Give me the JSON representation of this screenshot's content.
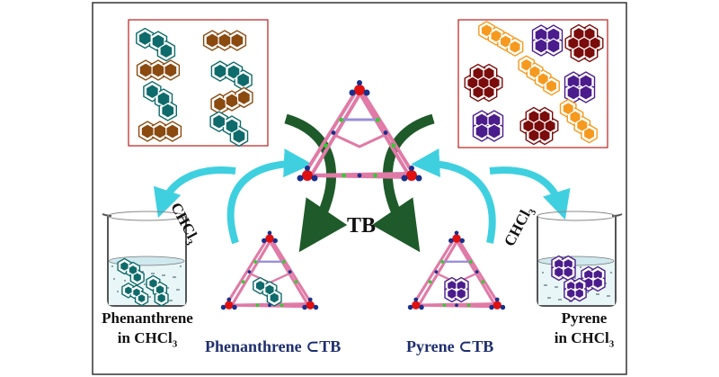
{
  "labels": {
    "tb": "TB",
    "chcl3_left": "CHCl",
    "chcl3_right": "CHCl",
    "sub3": "3",
    "phen_in_line1": "Phenanthrene",
    "phen_in_line2": "in CHCl",
    "pyr_in_line1": "Pyrene",
    "pyr_in_line2": "in CHCl",
    "phen_complex_a": "Phenanthrene ",
    "phen_complex_symbol": "⊂",
    "phen_complex_b": "TB",
    "pyr_complex_a": "Pyrene ",
    "pyr_complex_symbol": "⊂",
    "pyr_complex_b": "TB"
  },
  "colors": {
    "teal": "#0f6b6b",
    "brown": "#8a4a10",
    "orange": "#f59a1e",
    "purple": "#4b1c8c",
    "maroon": "#7a0c0c",
    "cage_pink": "#e07aa6",
    "cage_red": "#e01010",
    "cage_blue": "#1a2f8a",
    "arrow_green": "#1f5a2a",
    "arrow_cyan": "#3fd0e0",
    "frame_red": "#c0302e",
    "label_blue": "#1f2f6e"
  },
  "icons": [
    "phenanthrene-molecule-icon",
    "anthracene-molecule-icon",
    "pyrene-molecule-icon",
    "naphthacene-molecule-icon",
    "coronene-molecule-icon",
    "cage-molecule-icon",
    "beaker-icon"
  ]
}
